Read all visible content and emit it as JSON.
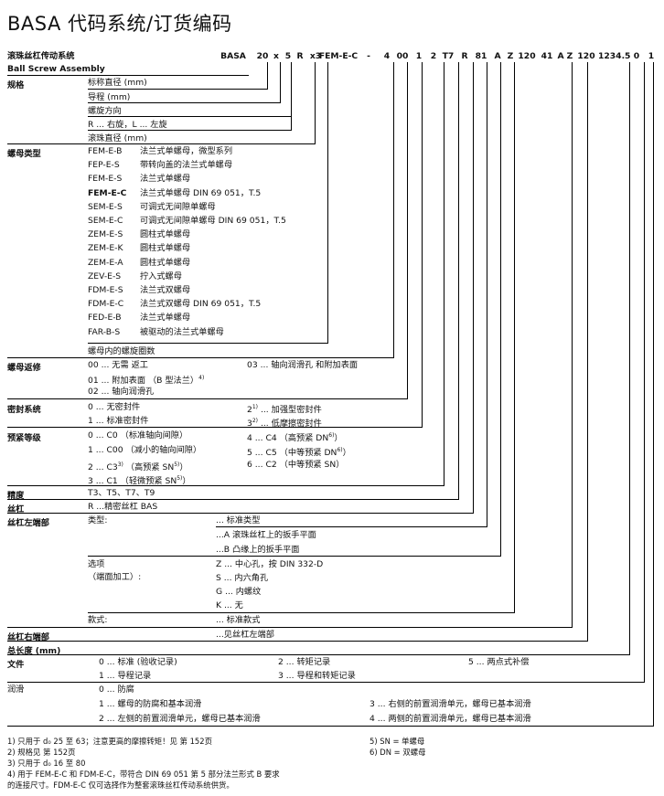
{
  "title": "BASA 代码系统/订货编码",
  "header": {
    "system_label": "滚珠丝杠传动系统",
    "assembly_label": "Ball Screw Assembly",
    "code_segments": [
      "BASA",
      "20",
      "x",
      "5",
      "R",
      "x3",
      "FEM-E-C",
      "-",
      "4",
      "00",
      "1",
      "2",
      "T7",
      "R",
      "81",
      "A",
      "Z",
      "120",
      "41",
      "A",
      "Z",
      "120",
      "1234.5",
      "0",
      "1"
    ]
  },
  "spec": {
    "label": "规格",
    "items": [
      "标称直径 (mm)",
      "导程 (mm)",
      "螺旋方向",
      "R ... 右旋，L ... 左旋",
      "滚珠直径 (mm)"
    ]
  },
  "nut_type": {
    "label": "螺母类型",
    "items": [
      {
        "code": "FEM-E-B",
        "desc": "法兰式单螺母，微型系列"
      },
      {
        "code": "FEP-E-S",
        "desc": "带转向盖的法兰式单螺母"
      },
      {
        "code": "FEM-E-S",
        "desc": "法兰式单螺母"
      },
      {
        "code": "FEM-E-C",
        "desc": "法兰式单螺母 DIN 69 051，T.5"
      },
      {
        "code": "SEM-E-S",
        "desc": "可调式无间隙单螺母"
      },
      {
        "code": "SEM-E-C",
        "desc": "可调式无间隙单螺母 DIN 69 051，T.5"
      },
      {
        "code": "ZEM-E-S",
        "desc": "圆柱式单螺母"
      },
      {
        "code": "ZEM-E-K",
        "desc": "圆柱式单螺母"
      },
      {
        "code": "ZEM-E-A",
        "desc": "圆柱式单螺母"
      },
      {
        "code": "ZEV-E-S",
        "desc": "拧入式螺母"
      },
      {
        "code": "FDM-E-S",
        "desc": "法兰式双螺母"
      },
      {
        "code": "FDM-E-C",
        "desc": "法兰式双螺母 DIN 69 051，T.5"
      },
      {
        "code": "FED-E-B",
        "desc": "法兰式单螺母"
      },
      {
        "code": "FAR-B-S",
        "desc": "被驱动的法兰式单螺母"
      }
    ],
    "circuits": "螺母内的螺旋圈数"
  },
  "nut_return": {
    "label": "螺母返修",
    "l1a": "00 ... 无需 返工",
    "l1b": "03 ... 轴向润滑孔 和附加表面",
    "l2": "01 ... 附加表面 （B 型法兰）",
    "l2sup": "4)",
    "l3": "02 ... 轴向润滑孔"
  },
  "seal": {
    "label": "密封系统",
    "l1a": "0 ... 无密封件",
    "l1b": "2",
    "l1bsup": "1)",
    "l1bt": " ... 加强型密封件",
    "l2a": "1 ... 标准密封件",
    "l2b": "3",
    "l2bsup": "2)",
    "l2bt": " ... 低摩擦密封件"
  },
  "preload": {
    "label": "预紧等级",
    "a1": "0 ... C0 （标准轴向间隙）",
    "b1": "4 ... C4 （高预紧 DN",
    "b1sup": "6)",
    "b1e": "）",
    "a2": "1 ... C00 （减小的轴向间隙）",
    "b2": "5 ... C5 （中等预紧 DN",
    "b2sup": "6)",
    "b2e": "）",
    "a3": "2 ... C3",
    "a3sup": "3)",
    "a3m": " （高预紧 SN",
    "a3sup2": "5)",
    "a3e": "）",
    "b3": "6 ... C2 （中等预紧 SN）",
    "a4": "3 ... C1 （轻微预紧 SN",
    "a4sup": "5)",
    "a4e": "）"
  },
  "accuracy": {
    "label": "精度",
    "value": "T3、T5、T7、T9"
  },
  "screw": {
    "label": "丝杠",
    "value": "R ...精密丝杠 BAS"
  },
  "left_end": {
    "label": "丝杠左端部",
    "type_label": "类型:",
    "type_value": "... 标准类型",
    "a": "...A  滚珠丝杠上的扳手平面",
    "b": "...B   凸缘上的扳手平面",
    "opt_label_1": "选项",
    "opt_label_2": "（端面加工）:",
    "z": "Z ... 中心孔，按 DIN 332-D",
    "s": "S ... 内六角孔",
    "g": "G ... 内螺纹",
    "k": "K ... 无",
    "style_label": "款式:",
    "style_value": "... 标准款式"
  },
  "right_end": {
    "label": "丝杠右端部",
    "value": "...见丝杠左端部"
  },
  "total_length": {
    "label": "总长度 (mm)"
  },
  "docs": {
    "label": "文件",
    "a1": "0 ... 标准 (验收记录)",
    "b1": "2 ... 转矩记录",
    "c1": "5 ... 两点式补偿",
    "a2": "1 ... 导程记录",
    "b2": "3 ... 导程和转矩记录"
  },
  "lube": {
    "label": "润滑",
    "l0": "0 ... 防腐",
    "l1": "1 ... 螺母的防腐和基本润滑",
    "l3": "3 ... 右侧的前置润滑单元，螺母已基本润滑",
    "l2": "2 ... 左侧的前置润滑单元，螺母已基本润滑",
    "l4": "4 ... 两侧的前置润滑单元，螺母已基本润滑"
  },
  "footnotes": {
    "f1": "1)  只用于 d₀ 25 至 63；注意更高的摩擦转矩！见 第 152页",
    "f2": "2)  规格见 第 152页",
    "f3": "3)  只用于 d₀ 16 至 80",
    "f4a": "4)  用于 FEM-E-C 和 FDM-E-C，带符合 DIN 69 051 第 5 部分法兰形式 B 要求",
    "f4b": "     的连接尺寸。FDM-E-C 仅可选择作为整套滚珠丝杠传动系统供货。",
    "f5": "5)  SN = 单螺母",
    "f6": "6)  DN = 双螺母"
  }
}
